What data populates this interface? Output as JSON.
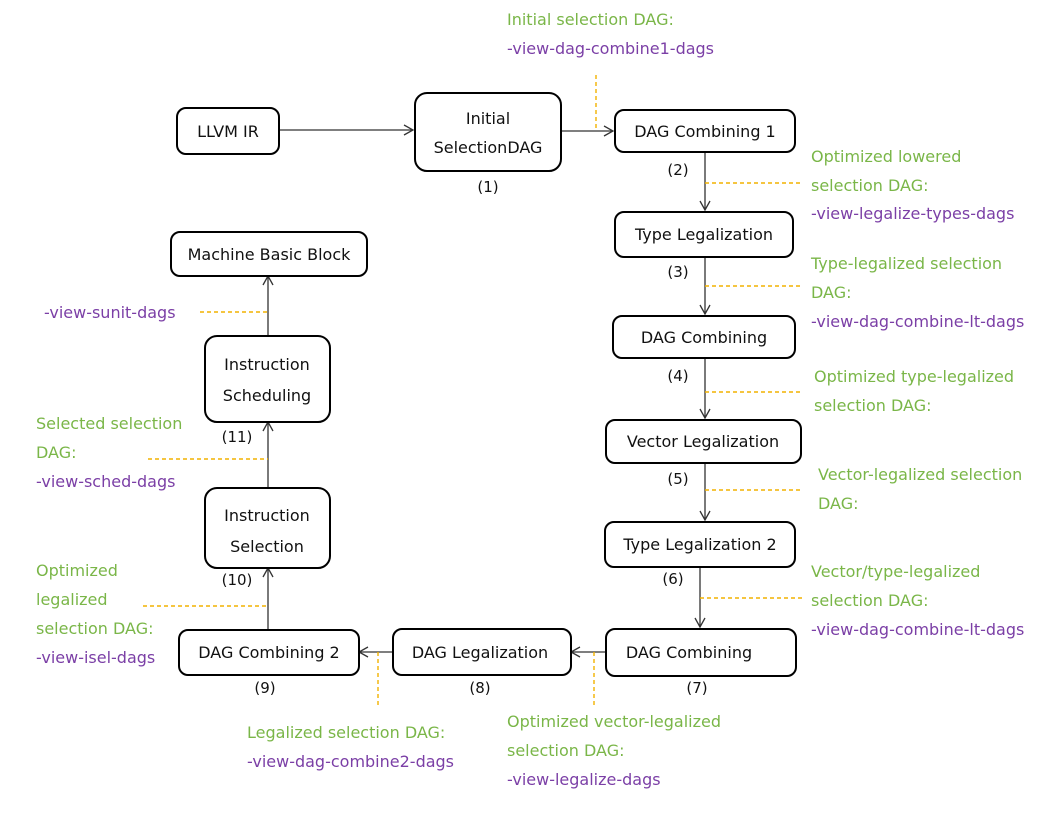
{
  "colors": {
    "annotation_text": "#7ab648",
    "option_text": "#7b3fa6",
    "dash_line": "#f2b200",
    "box_border": "#000000"
  },
  "nodes": {
    "llvm_ir": "LLVM IR",
    "initial_dag": [
      "Initial",
      "SelectionDAG"
    ],
    "dag_combining_1": "DAG Combining 1",
    "type_legalization": "Type Legalization",
    "dag_combining_a": "DAG Combining",
    "vector_legalization": "Vector Legalization",
    "type_legalization_2": "Type Legalization 2",
    "dag_combining_b": "DAG Combining",
    "dag_legalization": "DAG Legalization",
    "dag_combining_2": "DAG Combining 2",
    "instruction_selection": [
      "Instruction",
      "Selection"
    ],
    "instruction_scheduling": [
      "Instruction",
      "Scheduling"
    ],
    "machine_basic_block": "Machine Basic Block"
  },
  "step_numbers": {
    "s1": "(1)",
    "s2": "(2)",
    "s3": "(3)",
    "s4": "(4)",
    "s5": "(5)",
    "s6": "(6)",
    "s7": "(7)",
    "s8": "(8)",
    "s9": "(9)",
    "s10": "(10)",
    "s11": "(11)"
  },
  "annotations": {
    "initial": {
      "lines": [
        "Initial selection DAG:"
      ],
      "option": "-view-dag-combine1-dags"
    },
    "optimized_lowered": {
      "lines": [
        "Optimized lowered",
        "selection DAG:"
      ],
      "option": "-view-legalize-types-dags"
    },
    "type_legalized": {
      "lines": [
        "Type-legalized selection",
        "DAG:"
      ],
      "option": "-view-dag-combine-lt-dags"
    },
    "optimized_type_legalized": {
      "lines": [
        "Optimized type-legalized",
        "selection DAG:"
      ],
      "option": ""
    },
    "vector_legalized": {
      "lines": [
        "Vector-legalized selection",
        "DAG:"
      ],
      "option": ""
    },
    "vector_type_legalized": {
      "lines": [
        "Vector/type-legalized",
        "selection DAG:"
      ],
      "option": "-view-dag-combine-lt-dags"
    },
    "optimized_vector_legalized": {
      "lines": [
        "Optimized vector-legalized",
        "selection DAG:"
      ],
      "option": "-view-legalize-dags"
    },
    "legalized": {
      "lines": [
        "Legalized selection DAG:"
      ],
      "option": "-view-dag-combine2-dags"
    },
    "optimized_legalized": {
      "lines": [
        "Optimized",
        "legalized",
        "selection DAG:"
      ],
      "option": "-view-isel-dags"
    },
    "selected": {
      "lines": [
        "Selected selection",
        "DAG:"
      ],
      "option": "-view-sched-dags"
    },
    "sunit": {
      "lines": [],
      "option": "-view-sunit-dags"
    }
  }
}
